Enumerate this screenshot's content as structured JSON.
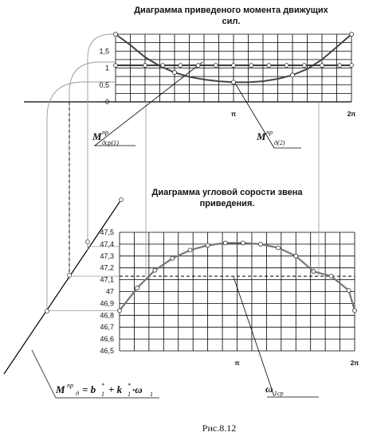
{
  "chart_data": [
    {
      "type": "line",
      "title_line1": "Диаграмма приведеного момента движущих",
      "title_line2": "сил.",
      "ylim": [
        0,
        2
      ],
      "y_ticks": [
        "0",
        "0,5",
        "1",
        "1,5"
      ],
      "x_ticks": [
        "π",
        "2π"
      ],
      "series": [
        {
          "x": [
            0,
            0.25,
            0.5,
            0.75,
            1,
            1.25,
            1.5,
            1.75,
            2,
            2.25,
            2.5,
            2.75,
            3,
            3.25,
            3.5,
            3.75,
            4
          ],
          "values": [
            2,
            1.68,
            1.32,
            1.06,
            0.87,
            0.74,
            0.66,
            0.61,
            0.58,
            0.58,
            0.61,
            0.68,
            0.79,
            0.97,
            1.25,
            1.62,
            2
          ]
        },
        {
          "x": [
            0,
            0.5,
            0.8,
            1.1,
            1.4,
            1.7,
            2,
            2.3,
            2.6,
            2.9,
            3.2,
            3.5,
            3.8,
            4
          ],
          "values": [
            1.08,
            1.08,
            1.08,
            1.08,
            1.08,
            1.08,
            1.08,
            1.08,
            1.08,
            1.08,
            1.08,
            1.08,
            1.08,
            1.08
          ]
        }
      ],
      "labels": {
        "left_main": "M",
        "left_sup": "пр",
        "left_sub": "дср(1)",
        "right_main": "M",
        "right_sup": "пр",
        "right_sub": "д(2)"
      }
    },
    {
      "type": "line",
      "title_line1": "Диаграмма угловой сорости звена",
      "title_line2": "приведения.",
      "ylim": [
        46.5,
        47.5
      ],
      "y_ticks": [
        "46,5",
        "46,6",
        "46,7",
        "46,8",
        "46,9",
        "47",
        "47,1",
        "47,2",
        "47,3",
        "47,4",
        "47,5"
      ],
      "x_ticks": [
        "π",
        "2π"
      ],
      "series": [
        {
          "x": [
            0,
            0.3,
            0.6,
            0.9,
            1.2,
            1.5,
            1.8,
            2.1,
            2.4,
            2.7,
            3,
            3.3,
            3.6,
            3.9,
            4
          ],
          "values": [
            46.84,
            47.03,
            47.18,
            47.28,
            47.35,
            47.39,
            47.41,
            47.41,
            47.4,
            47.37,
            47.3,
            47.17,
            47.13,
            47.01,
            46.84
          ]
        }
      ],
      "omega_mean": 47.13,
      "labels": {
        "omega_main": "ω",
        "omega_sub": "1ср",
        "formula": "M пр д = b₁* + k₁*·ω₁",
        "formula_main_1": "M",
        "formula_sup": "пр",
        "formula_sub": "д",
        "formula_rest": "= b",
        "formula_b_sub": "1",
        "formula_b_sup": "*",
        "formula_plus": "+ k",
        "formula_k_sub": "1",
        "formula_k_sup": "*",
        "formula_dot": "·ω",
        "formula_w_sub": "1"
      }
    }
  ],
  "caption": "Рис.8.12"
}
